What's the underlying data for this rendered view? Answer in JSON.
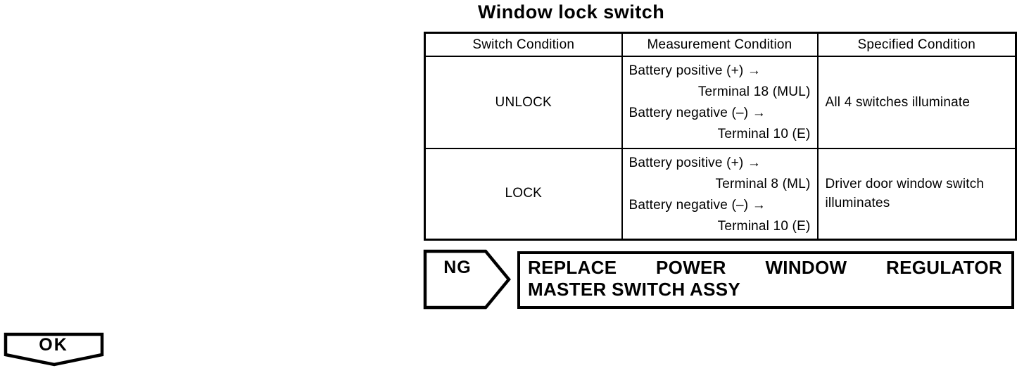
{
  "title": "Window lock switch",
  "table": {
    "headers": [
      "Switch Condition",
      "Measurement Condition",
      "Specified Condition"
    ],
    "rows": [
      {
        "switch_condition": "UNLOCK",
        "measurement": [
          "Battery positive (+) →",
          "Terminal 18 (MUL)",
          "Battery negative (–) →",
          "Terminal 10 (E)"
        ],
        "specified_condition": "All 4 switches illuminate"
      },
      {
        "switch_condition": "LOCK",
        "measurement": [
          "Battery positive (+) →",
          "Terminal 8 (ML)",
          "Battery negative (–) →",
          "Terminal 10 (E)"
        ],
        "specified_condition": "Driver door window switch illuminates"
      }
    ]
  },
  "ng": {
    "label": "NG",
    "lines": [
      "REPLACE POWER WINDOW REGULATOR",
      "MASTER SWITCH ASSY"
    ]
  },
  "ok": {
    "label": "OK"
  },
  "colors": {
    "ink": "#000000",
    "paper": "#ffffff"
  }
}
